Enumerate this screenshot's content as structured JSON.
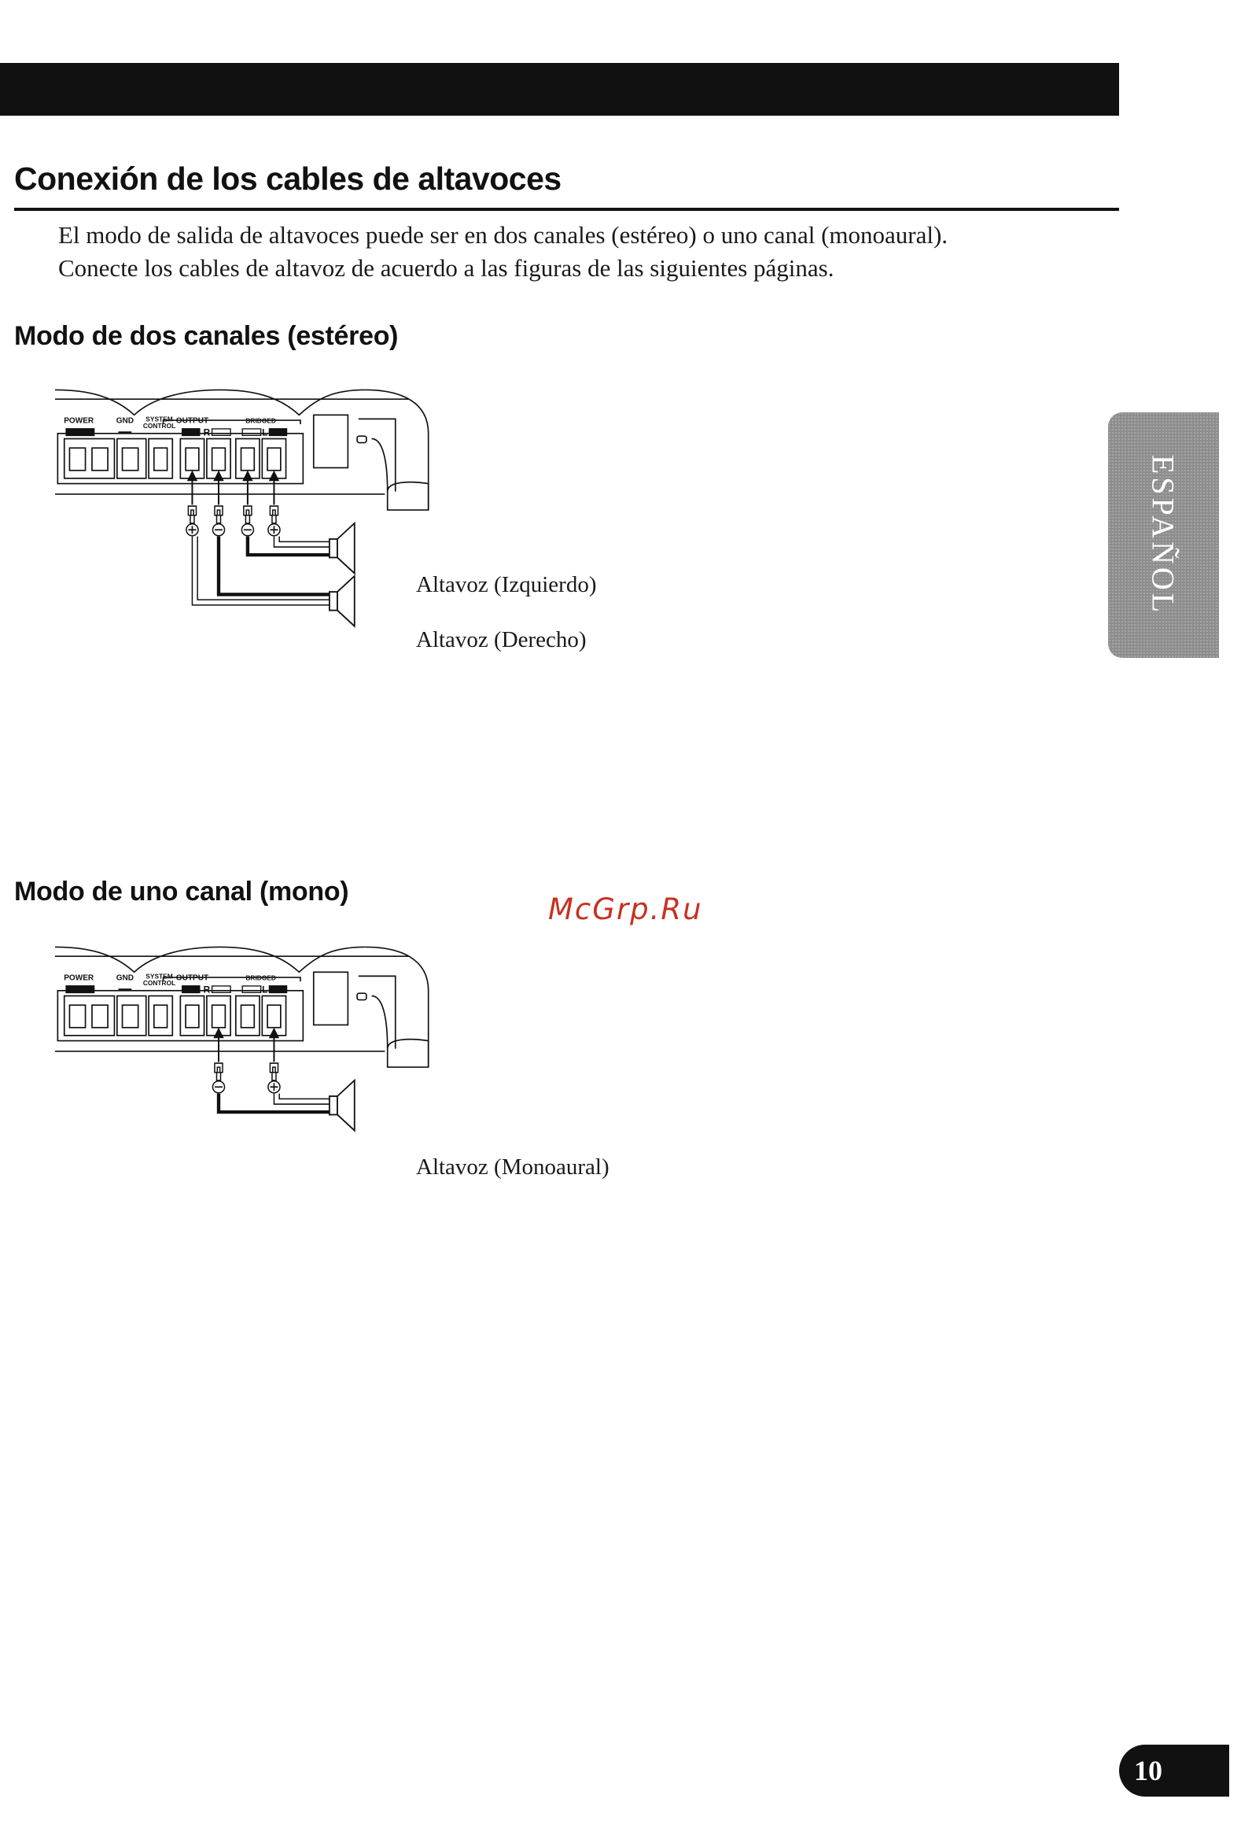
{
  "title": "Conexión de los cables de altavoces",
  "intro": [
    "El modo de salida de altavoces puede ser en dos canales (estéreo) o uno canal (monoaural).",
    "Conecte los cables de altavoz de acuerdo a las figuras de las siguientes páginas."
  ],
  "sections": {
    "stereo": {
      "heading": "Modo de dos canales (estéreo)",
      "speaker_left": "Altavoz (Izquierdo)",
      "speaker_right": "Altavoz (Derecho)"
    },
    "mono": {
      "heading": "Modo de uno canal (mono)",
      "speaker": "Altavoz (Monoaural)"
    }
  },
  "panel_labels": {
    "power": "POWER",
    "gnd": "GND",
    "system": "SYSTEM",
    "control": "CONTROL",
    "output": "OUTPUT",
    "bridged": "BRIDGED",
    "r": "R",
    "l": "L"
  },
  "terminal_signs": {
    "plus": "⊕",
    "minus": "⊖"
  },
  "language_tab": "ESPAÑOL",
  "page_number": "10",
  "watermark": "McGrp.Ru",
  "colors": {
    "ink": "#111111",
    "tab_gray": "#8d8d8d",
    "watermark": "#c8311f"
  }
}
